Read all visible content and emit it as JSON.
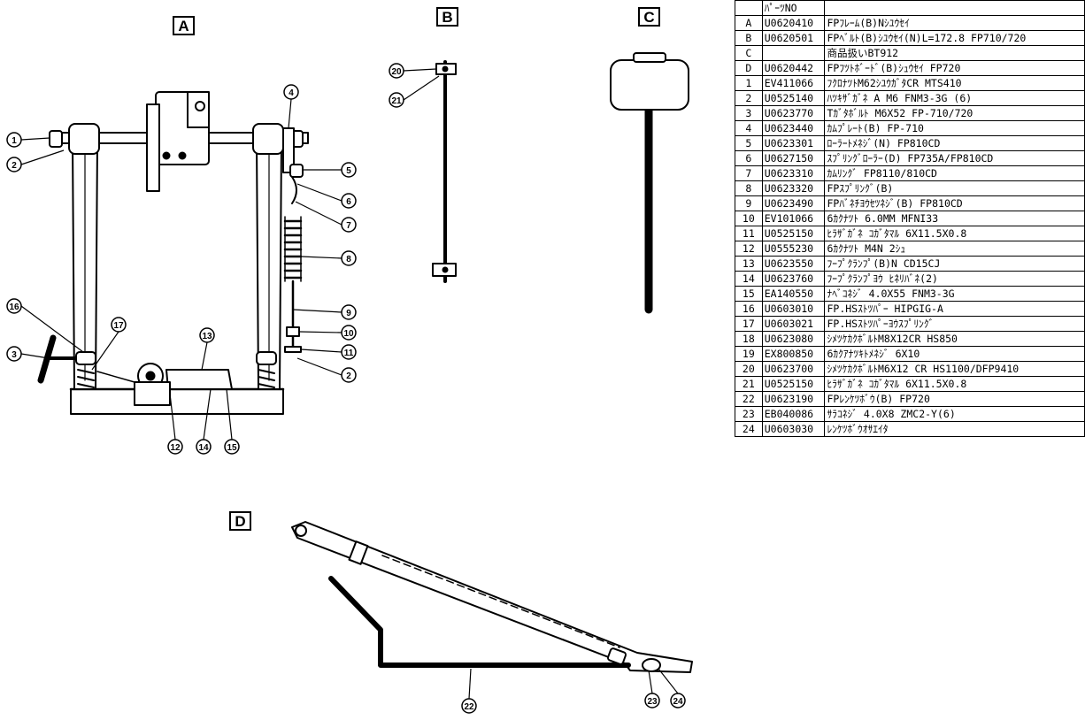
{
  "views": {
    "a": "A",
    "b": "B",
    "c": "C",
    "d": "D"
  },
  "callouts": {
    "a": [
      "1",
      "2",
      "3",
      "4",
      "5",
      "6",
      "7",
      "8",
      "9",
      "10",
      "11",
      "2",
      "12",
      "13",
      "14",
      "15",
      "16",
      "17"
    ],
    "b": [
      "20",
      "21"
    ],
    "d": [
      "22",
      "23",
      "24"
    ]
  },
  "table": {
    "header": [
      "",
      "ﾊﾟｰﾂNO",
      ""
    ],
    "rows": [
      [
        "A",
        "U0620410",
        "FPﾌﾚｰﾑ(B)Nｼﾕｳｾｲ"
      ],
      [
        "B",
        "U0620501",
        "FPﾍﾞﾙﾄ(B)ｼﾕｳｾｲ(N)L=172.8 FP710/720"
      ],
      [
        "C",
        "",
        "商品扱いBT912"
      ],
      [
        "D",
        "U0620442",
        "FPﾌﾂﾄﾎﾞｰﾄﾞ(B)ｼｭｳｾｲ FP720"
      ],
      [
        "1",
        "EV411066",
        "ﾌｸﾛﾅﾂﾄM62ｼﾕｳｶﾞﾀCR MTS410"
      ],
      [
        "2",
        "U0525140",
        "ﾊﾂｷｻﾞｶﾞﾈ A M6 FNM3-3G (6)"
      ],
      [
        "3",
        "U0623770",
        "Tｶﾞﾀﾎﾞﾙﾄ M6X52 FP-710/720"
      ],
      [
        "4",
        "U0623440",
        "ｶﾑﾌﾟﾚｰﾄ(B) FP-710"
      ],
      [
        "5",
        "U0623301",
        "ﾛｰﾗｰﾄﾒﾈｼﾞ(N) FP810CD"
      ],
      [
        "6",
        "U0627150",
        "ｽﾌﾟﾘﾝｸﾞﾛｰﾗｰ(D) FP735A/FP810CD"
      ],
      [
        "7",
        "U0623310",
        "ｶﾑﾘﾝｸﾞ FP8110/810CD"
      ],
      [
        "8",
        "U0623320",
        "FPｽﾌﾟﾘﾝｸﾞ(B)"
      ],
      [
        "9",
        "U0623490",
        "FPﾊﾞﾈﾁﾖｳｾﾂﾈｼﾞ(B) FP810CD"
      ],
      [
        "10",
        "EV101066",
        "6ｶｸﾅﾂﾄ 6.0MM MFNI33"
      ],
      [
        "11",
        "U0525150",
        "ﾋﾗｻﾞｶﾞﾈ ｺｶﾞﾀﾏﾙ 6X11.5X0.8"
      ],
      [
        "12",
        "U0555230",
        "6ｶｸﾅﾂﾄ M4N 2ｼｭ"
      ],
      [
        "13",
        "U0623550",
        "ﾌｰﾌﾟｸﾗﾝﾌﾟ(B)N CD15CJ"
      ],
      [
        "14",
        "U0623760",
        "ﾌｰﾌﾟｸﾗﾝﾌﾟﾖｳ ﾋﾈﾘﾊﾞﾈ(2)"
      ],
      [
        "15",
        "EA140550",
        "ﾅﾍﾞｺﾈｼﾞ 4.0X55 FNM3-3G"
      ],
      [
        "16",
        "U0603010",
        "FP.HSｽﾄﾂﾊﾟｰ HIPGIG-A"
      ],
      [
        "17",
        "U0603021",
        "FP.HSｽﾄﾂﾊﾟｰﾖｳｽﾌﾟﾘﾝｸﾞ"
      ],
      [
        "18",
        "U0623080",
        "ｼﾒﾂｹｶｸﾎﾞﾙﾄM8X12CR HS850"
      ],
      [
        "19",
        "EX800850",
        "6ｶｸｱﾅﾂｷﾄﾒﾈｼﾞ 6X10"
      ],
      [
        "20",
        "U0623700",
        "ｼﾒﾂｹｶｸﾎﾞﾙﾄM6X12 CR HS1100/DFP9410"
      ],
      [
        "21",
        "U0525150",
        "ﾋﾗｻﾞｶﾞﾈ ｺｶﾞﾀﾏﾙ 6X11.5X0.8"
      ],
      [
        "22",
        "U0623190",
        "FPﾚﾝｹﾂﾎﾞｳ(B) FP720"
      ],
      [
        "23",
        "EB040086",
        "ｻﾗｺﾈｼﾞ 4.0X8 ZMC2-Y(6)"
      ],
      [
        "24",
        "U0603030",
        "ﾚﾝｹﾂﾎﾞｳｵｻｴｲﾀ"
      ]
    ]
  }
}
